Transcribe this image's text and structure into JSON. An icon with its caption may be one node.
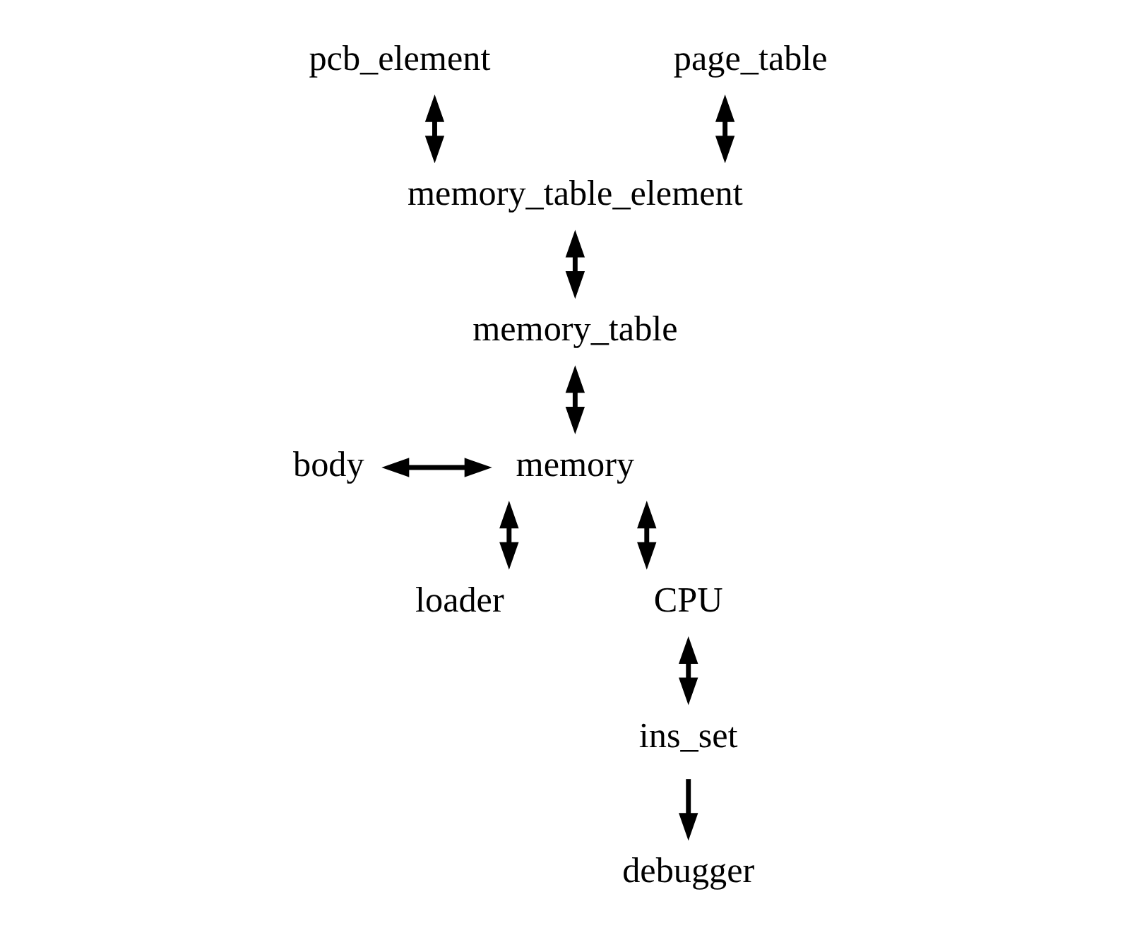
{
  "diagram": {
    "nodes": [
      {
        "text": [
          "pcb_element"
        ]
      },
      {
        "text": [
          "page_table"
        ]
      },
      {
        "text": [
          "memory_table_element"
        ]
      },
      {
        "text": [
          "memory_table"
        ]
      },
      {
        "text": [
          "body"
        ]
      },
      {
        "text": [
          "memory"
        ]
      },
      {
        "text": [
          "loader"
        ]
      },
      {
        "text": [
          "CPU"
        ]
      },
      {
        "text": [
          "ins_set"
        ]
      },
      {
        "text": [
          "debugger"
        ]
      }
    ],
    "edges": [
      {
        "from": 0,
        "to": 2,
        "arrow": "both"
      },
      {
        "from": 1,
        "to": 2,
        "arrow": "both"
      },
      {
        "from": 2,
        "to": 3,
        "arrow": "both"
      },
      {
        "from": 3,
        "to": 5,
        "arrow": "both"
      },
      {
        "from": 4,
        "to": 5,
        "arrow": "both"
      },
      {
        "from": 5,
        "to": 6,
        "arrow": "both"
      },
      {
        "from": 5,
        "to": 7,
        "arrow": "both"
      },
      {
        "from": 7,
        "to": 8,
        "arrow": "both"
      },
      {
        "from": 8,
        "to": 9,
        "arrow": "to"
      }
    ]
  }
}
